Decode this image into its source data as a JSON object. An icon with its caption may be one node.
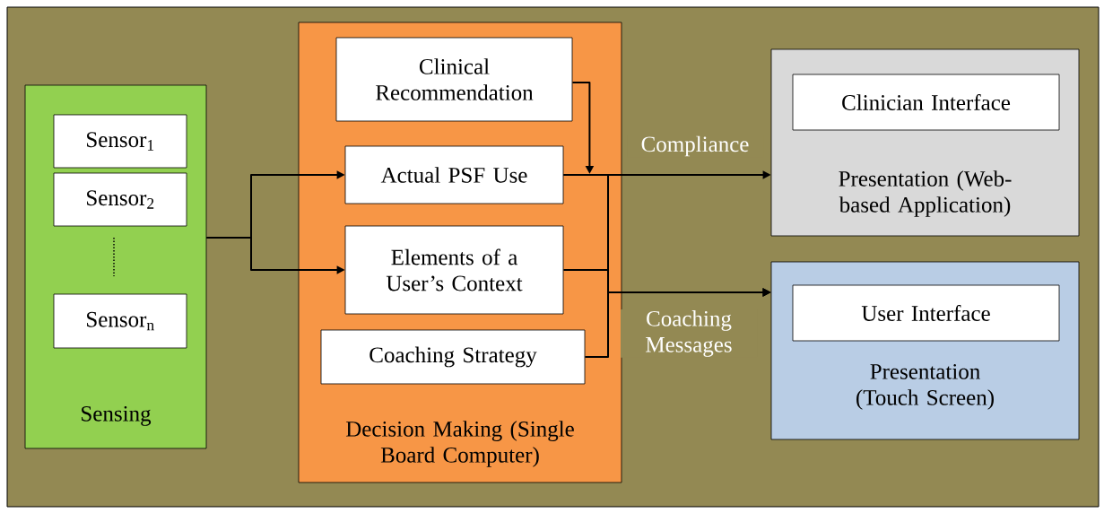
{
  "diagram": {
    "nodes": [
      {
        "text": [
          "Sensing"
        ]
      },
      {
        "text": [
          "Sensor$_{1}$"
        ],
        "in": 0
      },
      {
        "text": [
          "Sensor$_{2}$"
        ],
        "in": 0
      },
      {
        "text": [
          "Sensor$_{n}$"
        ],
        "in": 0
      },
      {
        "text": [
          "Decision Making (Single Board Computer)"
        ]
      },
      {
        "text": [
          "Clinical Recommendation"
        ],
        "in": 4
      },
      {
        "text": [
          "Actual PSF Use"
        ],
        "in": 4
      },
      {
        "text": [
          "Elements of a User’s Context"
        ],
        "in": 4
      },
      {
        "text": [
          "Coaching Strategy"
        ],
        "in": 4
      },
      {
        "text": [
          "Presentation (Web-based Application)"
        ]
      },
      {
        "text": [
          "Clinician Interface"
        ],
        "in": 9
      },
      {
        "text": [
          "Presentation (Touch Screen)"
        ]
      },
      {
        "text": [
          "User Interface"
        ],
        "in": 11
      }
    ],
    "edges": [
      {
        "from": 0,
        "to": 6,
        "arrow": "to"
      },
      {
        "from": 0,
        "to": 7,
        "arrow": "to"
      },
      {
        "from": 5,
        "to": 6,
        "arrow": "to"
      },
      {
        "from": 6,
        "to": 9,
        "arrow": "to",
        "label": "Compliance"
      },
      {
        "from": 6,
        "to": 11,
        "arrow": "to"
      },
      {
        "from": 7,
        "to": 11,
        "arrow": "to"
      },
      {
        "from": 8,
        "to": 11,
        "arrow": "to",
        "label": "Coaching Messages"
      }
    ]
  }
}
